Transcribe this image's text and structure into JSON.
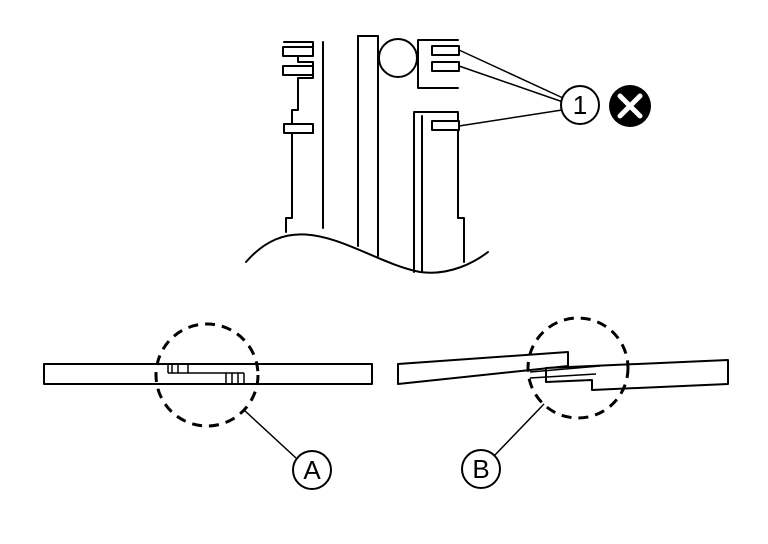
{
  "callouts": {
    "item_1": "1",
    "view_a": "A",
    "view_b": "B"
  },
  "icons": {
    "prohibited": "x-circle-icon"
  },
  "colors": {
    "line": "#000000",
    "background": "#ffffff"
  }
}
